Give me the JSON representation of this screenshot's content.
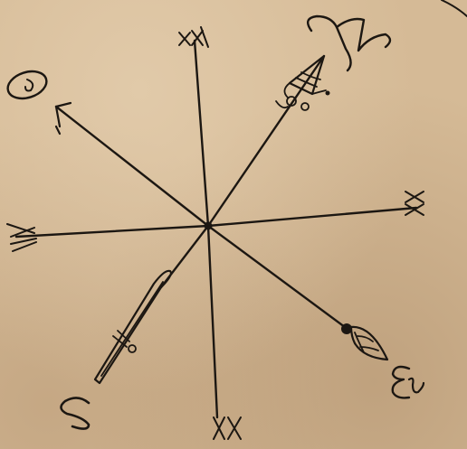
{
  "labels": {
    "north_top": "XX",
    "east_right": "XX",
    "west_left": "XX",
    "south_bottom": "XX",
    "flag_top_right": "N",
    "flag_top_left": "O",
    "flag_bottom_right": "E",
    "flag_bottom_left": "S"
  },
  "colors": {
    "paper": "#d5ba96",
    "ink": "#1c1712"
  }
}
